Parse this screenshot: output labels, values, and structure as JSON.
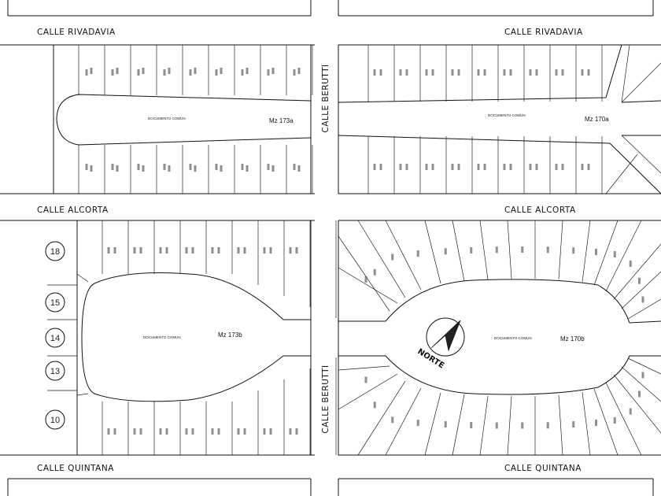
{
  "streets": {
    "top_left": "CALLE RIVADAVIA",
    "top_right": "CALLE RIVADAVIA",
    "middle_left": "CALLE ALCORTA",
    "middle_right": "CALLE ALCORTA",
    "bottom_left": "CALLE QUINTANA",
    "bottom_right": "CALLE QUINTANA",
    "vertical_upper": "CALLE BERUTTI",
    "vertical_lower": "CALLE BERUTTI"
  },
  "blocks": {
    "mz173a": {
      "name": "Mz 173a",
      "common": "DOCUMENTO COMUN"
    },
    "mz170a": {
      "name": "Mz 170a",
      "common": "DOCUMENTO COMUN"
    },
    "mz173b": {
      "name": "Mz 173b",
      "common": "DOCUMENTO COMUN"
    },
    "mz170b": {
      "name": "Mz 170b",
      "common": "DOCUMENTO COMUN"
    }
  },
  "lot_numbers": [
    "18",
    "15",
    "14",
    "13",
    "10"
  ],
  "north_label": "NORTE"
}
